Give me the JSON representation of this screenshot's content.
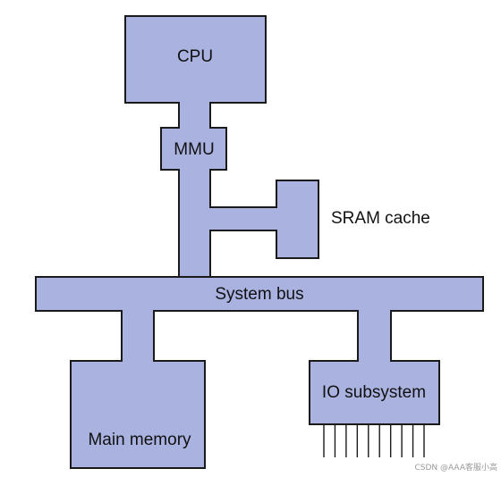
{
  "diagram": {
    "cpu_label": "CPU",
    "mmu_label": "MMU",
    "cache_label": "SRAM cache",
    "bus_label": "System bus",
    "memory_label": "Main memory",
    "io_label": "IO subsystem",
    "io_pin_count": 10
  },
  "colors": {
    "block_fill": "#aab2e0",
    "outline": "#1a1a1a"
  },
  "watermark": "CSDN @AAA客服小高"
}
